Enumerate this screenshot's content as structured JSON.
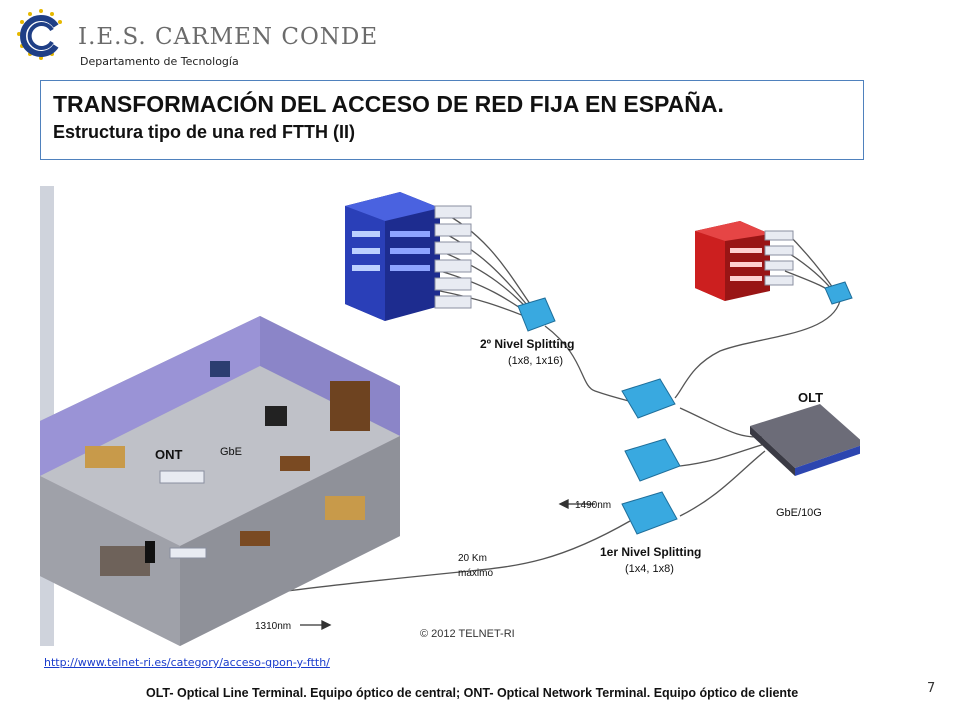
{
  "header": {
    "school_name": "I.E.S. CARMEN CONDE",
    "department": "Departamento de Tecnología"
  },
  "title": {
    "main": "TRANSFORMACIÓN DEL ACCESO DE RED FIJA EN ESPAÑA.",
    "subtitle": "Estructura tipo de una red FTTH (II)"
  },
  "diagram": {
    "labels": {
      "ont": "ONT",
      "gbe": "GbE",
      "second_level": "2º Nivel Splitting",
      "second_level_ratio": "(1x8, 1x16)",
      "first_level": "1er Nivel Splitting",
      "first_level_ratio": "(1x4, 1x8)",
      "olt": "OLT",
      "olt_rate": "GbE/10G",
      "downstream": "1490nm",
      "upstream": "1310nm",
      "distance": "20 Km",
      "distance_note": "máximo",
      "copyright": "© 2012 TELNET-RI"
    },
    "colors": {
      "splitter": "#39a9e0",
      "building_blue": "#2a3fb8",
      "building_red": "#cc1f1f",
      "fiber": "#555555",
      "olt": "#4a4a52"
    }
  },
  "source_link": "http://www.telnet-ri.es/category/acceso-gpon-y-ftth/",
  "footer": "OLT- Optical Line Terminal. Equipo óptico de central; ONT- Optical Network Terminal. Equipo óptico de cliente",
  "page_number": "7"
}
